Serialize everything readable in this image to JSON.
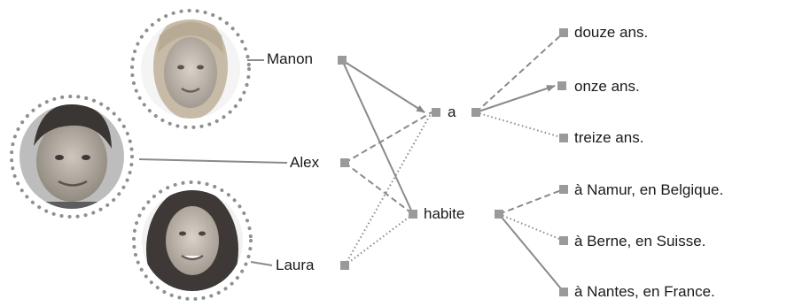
{
  "people": [
    {
      "id": "manon",
      "name": "Manon"
    },
    {
      "id": "alex",
      "name": "Alex"
    },
    {
      "id": "laura",
      "name": "Laura"
    }
  ],
  "verbs": [
    {
      "id": "a",
      "label": "a"
    },
    {
      "id": "habite",
      "label": "habite"
    }
  ],
  "ages": [
    {
      "id": "douze",
      "label": "douze ans."
    },
    {
      "id": "onze",
      "label": "onze ans."
    },
    {
      "id": "treize",
      "label": "treize ans."
    }
  ],
  "places": [
    {
      "id": "namur",
      "label": "à Namur, en Belgique."
    },
    {
      "id": "berne",
      "label": "à Berne, en Suisse."
    },
    {
      "id": "nantes",
      "label": "à Nantes, en France."
    }
  ],
  "links": [
    {
      "from": "manon",
      "to": "a",
      "style": "arrow"
    },
    {
      "from": "manon",
      "to": "habite",
      "style": "solid"
    },
    {
      "from": "alex",
      "to": "a",
      "style": "dashed"
    },
    {
      "from": "alex",
      "to": "habite",
      "style": "dashed"
    },
    {
      "from": "laura",
      "to": "a",
      "style": "dotted"
    },
    {
      "from": "laura",
      "to": "habite",
      "style": "dotted"
    },
    {
      "from": "a",
      "to": "douze",
      "style": "dashed"
    },
    {
      "from": "a",
      "to": "onze",
      "style": "arrow"
    },
    {
      "from": "a",
      "to": "treize",
      "style": "dotted"
    },
    {
      "from": "habite",
      "to": "namur",
      "style": "dashed"
    },
    {
      "from": "habite",
      "to": "berne",
      "style": "dotted"
    },
    {
      "from": "habite",
      "to": "nantes",
      "style": "solid"
    }
  ],
  "colors": {
    "line": "#8a8a8a",
    "marker": "#9a9a9a",
    "dot": "#8f8f8f"
  }
}
